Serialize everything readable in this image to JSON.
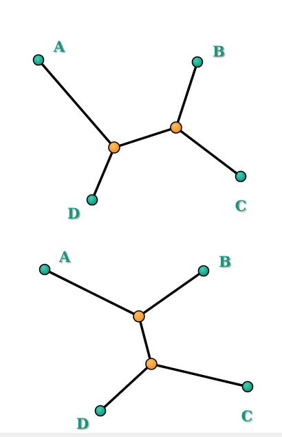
{
  "colors": {
    "leaf_fill": "#13A087",
    "internal_fill": "#F5941F",
    "edge": "#000000",
    "label": "#13957F"
  },
  "trees": [
    {
      "id": "tree-1",
      "leaves": [
        {
          "id": "A",
          "label": "A"
        },
        {
          "id": "B",
          "label": "B"
        },
        {
          "id": "C",
          "label": "C"
        },
        {
          "id": "D",
          "label": "D"
        }
      ],
      "internal_nodes": [
        {
          "id": "n1"
        },
        {
          "id": "n2"
        }
      ],
      "edges": [
        [
          "A",
          "n1"
        ],
        [
          "D",
          "n1"
        ],
        [
          "n1",
          "n2"
        ],
        [
          "n2",
          "B"
        ],
        [
          "n2",
          "C"
        ]
      ]
    },
    {
      "id": "tree-2",
      "leaves": [
        {
          "id": "A",
          "label": "A"
        },
        {
          "id": "B",
          "label": "B"
        },
        {
          "id": "C",
          "label": "C"
        },
        {
          "id": "D",
          "label": "D"
        }
      ],
      "internal_nodes": [
        {
          "id": "n1"
        },
        {
          "id": "n2"
        }
      ],
      "edges": [
        [
          "A",
          "n1"
        ],
        [
          "B",
          "n1"
        ],
        [
          "n1",
          "n2"
        ],
        [
          "n2",
          "D"
        ],
        [
          "n2",
          "C"
        ]
      ]
    }
  ]
}
